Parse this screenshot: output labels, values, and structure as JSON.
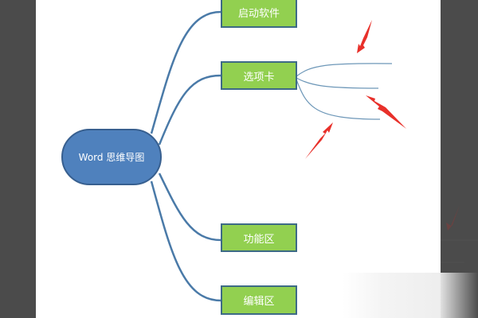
{
  "center": {
    "label": "Word 思维导图"
  },
  "branches": [
    {
      "label": "启动软件"
    },
    {
      "label": "选项卡"
    },
    {
      "label": "功能区"
    },
    {
      "label": "编辑区"
    }
  ],
  "colors": {
    "center": "#4f81bd",
    "branch": "#92d050",
    "line": "#4a7aa8",
    "arrow": "#e8302a"
  }
}
